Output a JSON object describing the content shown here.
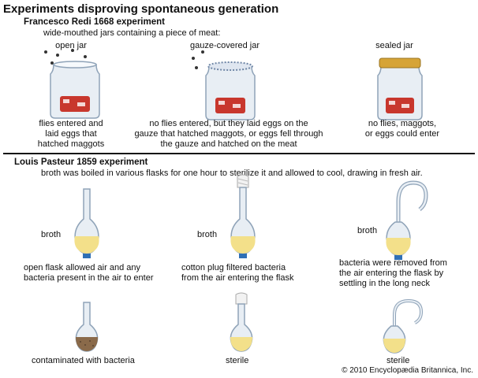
{
  "title": "Experiments disproving spontaneous generation",
  "redi": {
    "heading": "Francesco Redi 1668 experiment",
    "intro": "wide-mouthed jars containing a piece of meat:",
    "jars": [
      {
        "label": "open jar",
        "caption": [
          "flies entered and",
          "laid eggs that",
          "hatched maggots"
        ]
      },
      {
        "label": "gauze-covered jar",
        "caption": [
          "no flies entered, but they laid eggs on the",
          "gauze that hatched maggots, or eggs fell through",
          "the gauze and hatched on the meat"
        ]
      },
      {
        "label": "sealed jar",
        "caption": [
          "no flies, maggots,",
          "or eggs could enter"
        ]
      }
    ]
  },
  "pasteur": {
    "heading": "Louis Pasteur 1859 experiment",
    "intro": "broth was boiled in various flasks for one hour to sterilize it and allowed to cool, drawing in fresh air.",
    "broth_label": "broth",
    "flasks": [
      {
        "caption": [
          "open flask allowed air and any",
          "bacteria present in the air to enter"
        ],
        "result": "contaminated with bacteria"
      },
      {
        "caption": [
          "cotton plug filtered bacteria",
          "from the air entering the flask"
        ],
        "result": "sterile"
      },
      {
        "caption": [
          "bacteria were removed from",
          "the air entering the flask by",
          "settling in the long neck"
        ],
        "result": "sterile"
      }
    ]
  },
  "copyright": "© 2010 Encyclopædia Britannica, Inc.",
  "colors": {
    "meat": "#c8372d",
    "broth": "#f3e08a",
    "contaminated": "#8a6a4a",
    "lid": "#d6a437",
    "gauze": "#dfe6f0",
    "glass": "#e8eef4",
    "glass_edge": "#8fa3b8",
    "stopcock": "#2f6fb5"
  },
  "icons": [
    "fly-icon",
    "jar-icon",
    "flask-icon",
    "cotton-plug-icon"
  ]
}
